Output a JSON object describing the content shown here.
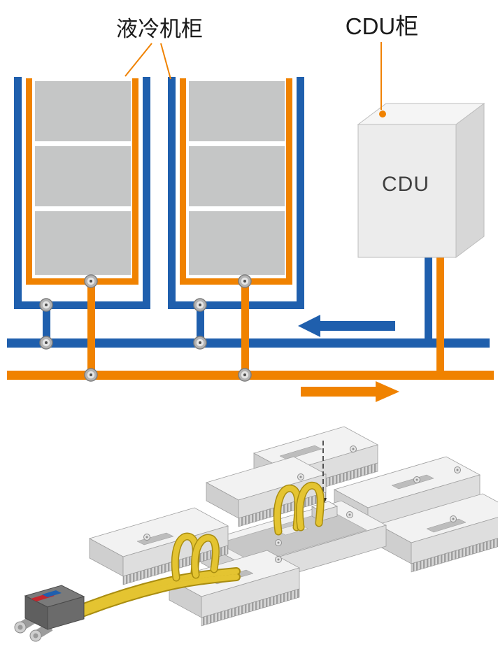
{
  "diagram": {
    "labels": {
      "cabinet_label": "液冷机柜",
      "cdu_cabinet_label": "CDU柜",
      "cdu_box_label": "CDU"
    },
    "colors": {
      "supply_blue": "#1f5fad",
      "return_orange": "#f08200",
      "cabinet_gray": "#c5c6c6",
      "hose_yellow": "#e4c431",
      "hose_outline": "#a98d10",
      "label_color": "#1a1a1a"
    }
  }
}
